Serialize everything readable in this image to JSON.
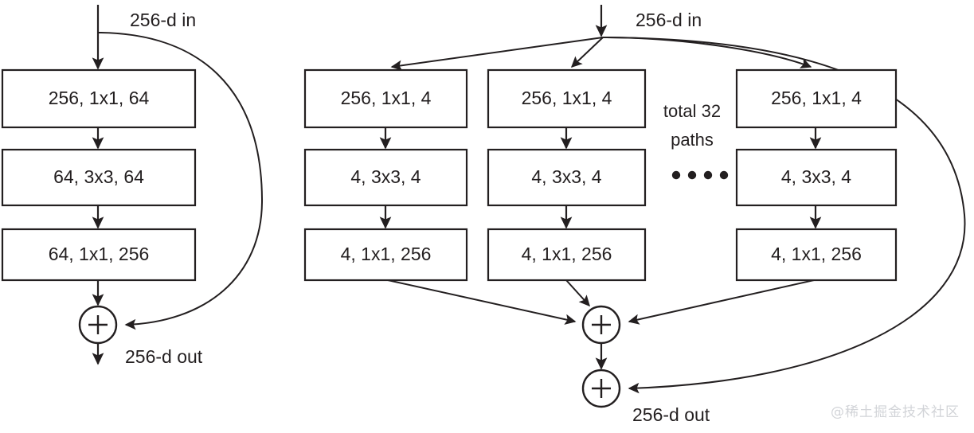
{
  "figure": {
    "title": "ResNeXt block comparison diagram",
    "background_color": "#ffffff",
    "ink_color": "#231f20",
    "watermark": "@稀土掘金技术社区"
  },
  "left_block": {
    "name": "resnet-bottleneck-block",
    "input_label": "256-d in",
    "output_label": "256-d out",
    "layers": [
      {
        "label": "256, 1x1, 64"
      },
      {
        "label": "64, 3x3, 64"
      },
      {
        "label": "64, 1x1, 256"
      }
    ],
    "sum_symbol": "+"
  },
  "right_block": {
    "name": "resnext-grouped-block",
    "input_label": "256-d in",
    "output_label": "256-d out",
    "paths_label_line1": "total 32",
    "paths_label_line2": "paths",
    "ellipsis_dots": 4,
    "sum_symbol": "+",
    "paths": [
      {
        "name": "path-1",
        "layers": [
          {
            "label": "256, 1x1, 4"
          },
          {
            "label": "4, 3x3, 4"
          },
          {
            "label": "4, 1x1, 256"
          }
        ]
      },
      {
        "name": "path-2",
        "layers": [
          {
            "label": "256, 1x1, 4"
          },
          {
            "label": "4, 3x3, 4"
          },
          {
            "label": "4, 1x1, 256"
          }
        ]
      },
      {
        "name": "path-32",
        "layers": [
          {
            "label": "256, 1x1, 4"
          },
          {
            "label": "4, 3x3, 4"
          },
          {
            "label": "4, 1x1, 256"
          }
        ]
      }
    ]
  }
}
